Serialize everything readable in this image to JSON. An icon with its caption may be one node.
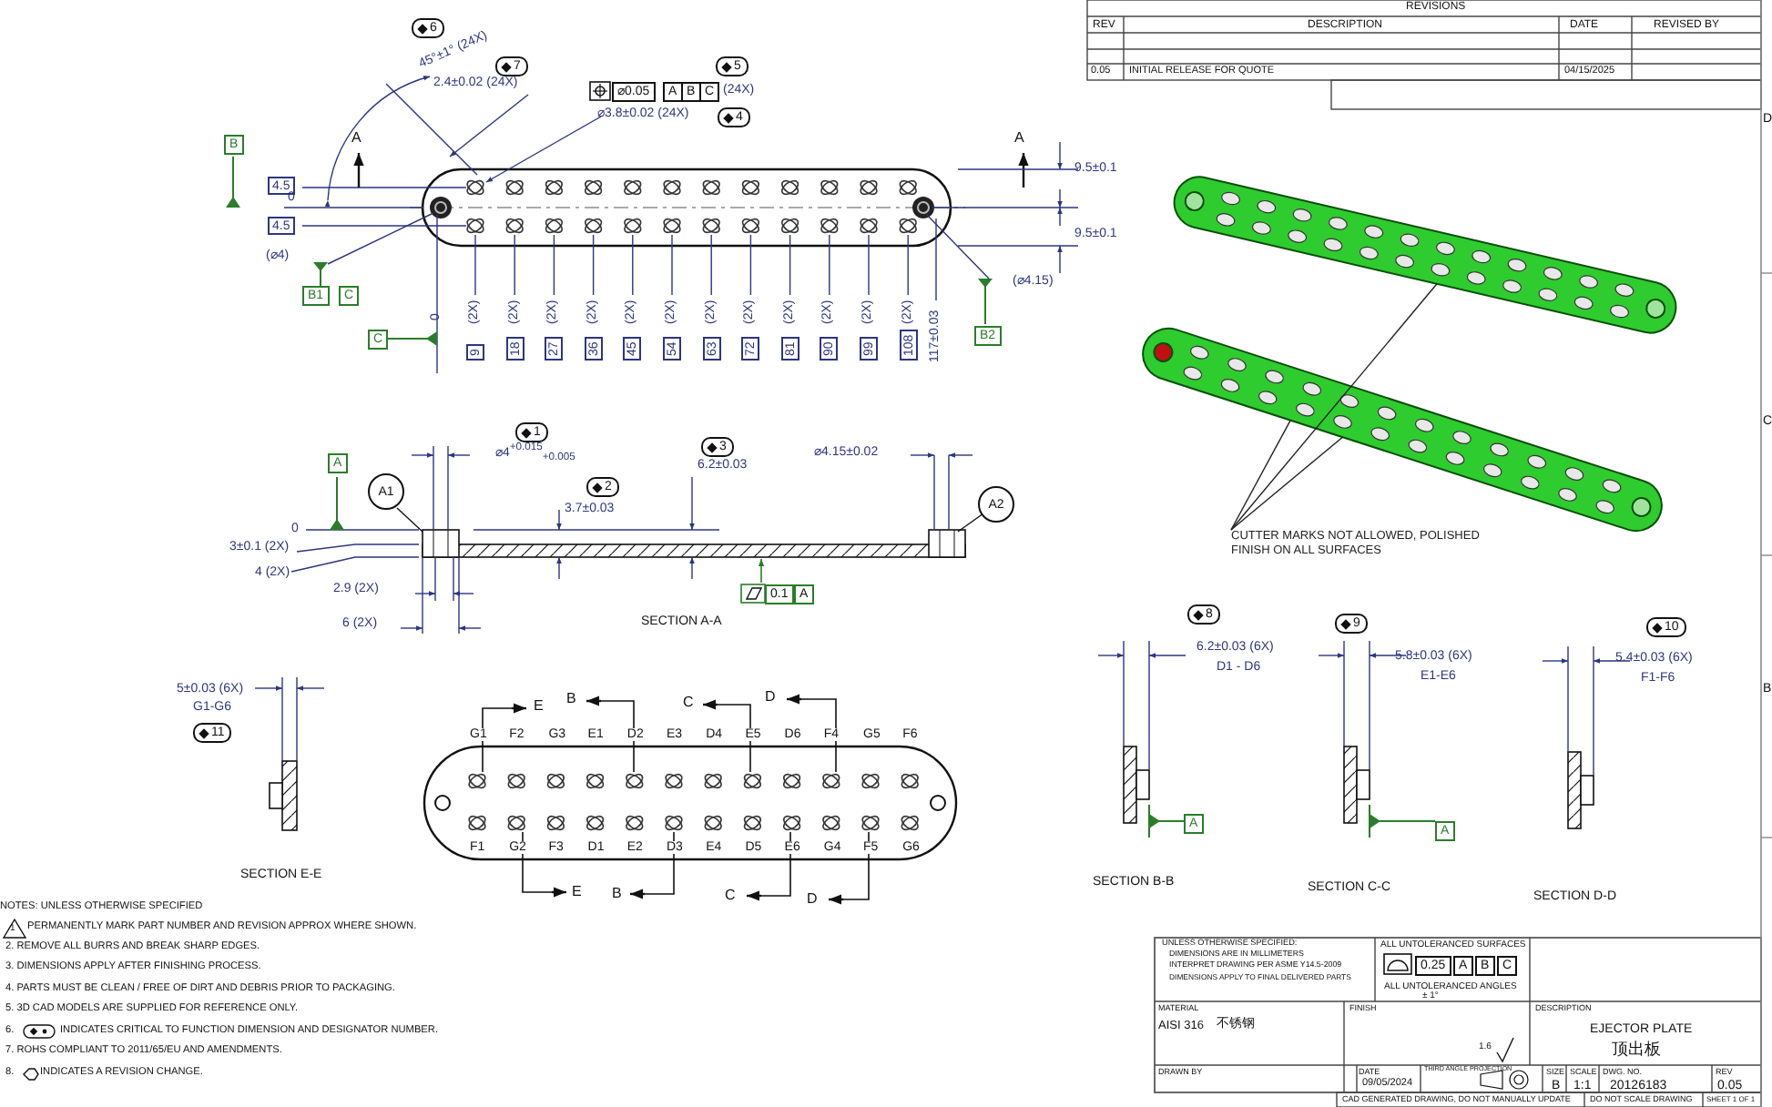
{
  "diagram": {
    "nodes": [
      {
        "text": [],
        "shape": "picture"
      },
      {
        "text": [],
        "shape": "picture"
      },
      {
        "text": [
          "CUTTER MARKS NOT ALLOWED, POLISHED FINISH ON ALL SURFACES"
        ]
      }
    ],
    "edges": [
      {
        "from": 2,
        "to": 0,
        "arrow": "none"
      },
      {
        "from": 2,
        "to": 1,
        "arrow": "none"
      },
      {
        "from": 2,
        "to": 1,
        "arrow": "none"
      }
    ],
    "labels": [
      "REVISIONS",
      "REV",
      "DESCRIPTION",
      "DATE",
      "REVISED BY",
      "0.05",
      "INITIAL RELEASE FOR QUOTE",
      "04/15/2025",
      "D",
      "6",
      "45°±1° (24X)",
      "7",
      "2.4±0.02 (24X)",
      "5",
      "⌀0.05",
      "A",
      "B",
      "C",
      "(24X)",
      "⌀3.8±0.02 (24X)",
      "4",
      "B",
      "A",
      "A",
      "4.5",
      "0",
      "9.5±0.1",
      "4.5",
      "9.5±0.1",
      "(⌀4)",
      "(⌀4.15)",
      "B1",
      "C",
      "0",
      "C",
      "B2",
      "(2X)",
      "9",
      "(2X)",
      "18",
      "(2X)",
      "27",
      "(2X)",
      "36",
      "(2X)",
      "45",
      "(2X)",
      "54",
      "(2X)",
      "63",
      "(2X)",
      "72",
      "(2X)",
      "81",
      "(2X)",
      "90",
      "(2X)",
      "99",
      "(2X)",
      "108",
      "117±0.03",
      "1",
      "⌀4$^{+0.015}$$_{+0.005}$",
      "A",
      "A1",
      "3",
      "6.2±0.03",
      "⌀4.15±0.02",
      "2",
      "3.7±0.03",
      "A2",
      "0",
      "3±0.1 (2X)",
      "4 (2X)",
      "2.9 (2X)",
      "0.1",
      "A",
      "6 (2X)",
      "SECTION A-A",
      "C",
      "5±0.03 (6X)",
      "G1-G6",
      "11",
      "E",
      "B",
      "C",
      "D",
      "G1",
      "F2",
      "G3",
      "E1",
      "D2",
      "E3",
      "D4",
      "E5",
      "D6",
      "F4",
      "G5",
      "F6",
      "8",
      "9",
      "10",
      "6.2±0.03 (6X)",
      "D1 - D6",
      "5.8±0.03 (6X)",
      "E1-E6",
      "5.4±0.03 (6X)",
      "F1-F6",
      "B",
      "A",
      "A",
      "F1",
      "G2",
      "F3",
      "D1",
      "E2",
      "D3",
      "E4",
      "D5",
      "E6",
      "G4",
      "F5",
      "G6",
      "E",
      "B",
      "C",
      "D",
      "SECTION E-E",
      "SECTION B-B",
      "SECTION C-C",
      "SECTION D-D",
      "NOTES: UNLESS OTHERWISE SPECIFIED",
      "1",
      "PERMANENTLY MARK PART NUMBER AND REVISION APPROX WHERE SHOWN.",
      "2. REMOVE ALL BURRS AND BREAK SHARP EDGES.",
      "3. DIMENSIONS APPLY AFTER FINISHING PROCESS.",
      "4. PARTS MUST BE CLEAN / FREE OF DIRT AND DEBRIS PRIOR TO PACKAGING.",
      "5. 3D CAD MODELS ARE SUPPLIED FOR REFERENCE ONLY.",
      "6.",
      "INDICATES CRITICAL TO FUNCTION DIMENSION AND DESIGNATOR NUMBER.",
      "7. ROHS COMPLIANT TO 2011/65/EU AND AMENDMENTS.",
      "8.",
      "INDICATES A REVISION CHANGE.",
      "UNLESS OTHERWISE SPECIFIED:",
      "DIMENSIONS ARE IN MILLIMETERS",
      "INTERPRET DRAWING PER ASME Y14.5-2009",
      "DIMENSIONS APPLY TO FINAL DELIVERED PARTS",
      "ALL UNTOLERANCED SURFACES",
      "0.25",
      "A",
      "B",
      "C",
      "ALL UNTOLERANCED ANGLES",
      "± 1°",
      "MATERIAL",
      "AISI 316",
      "不锈钢",
      "FINISH",
      "1.6",
      "DESCRIPTION",
      "EJECTOR PLATE",
      "顶出板",
      "DRAWN BY",
      "DATE",
      "09/05/2024",
      "THIRD ANGLE PROJECTION",
      "SIZE",
      "B",
      "SCALE",
      "1:1",
      "DWG. NO.",
      "20126183",
      "REV",
      "0.05",
      "CAD GENERATED DRAWING, DO NOT MANUALLY UPDATE",
      "DO NOT SCALE DRAWING",
      "SHEET 1 OF 1"
    ]
  }
}
